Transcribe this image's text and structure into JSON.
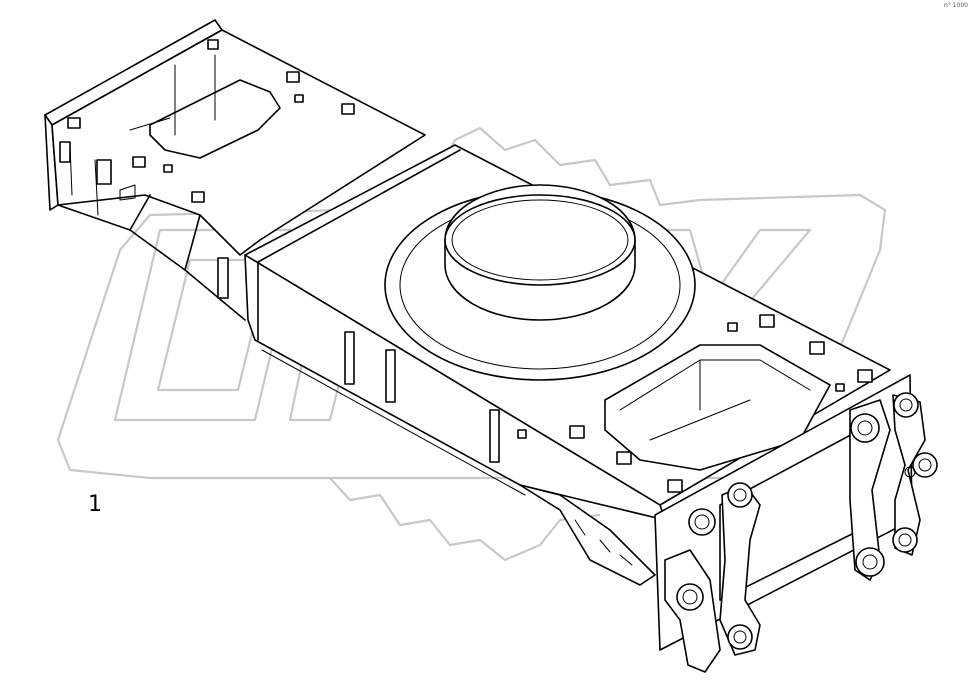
{
  "diagram": {
    "part_number_label": "1",
    "corner_mark": "n° 1000",
    "watermark_text": "OPEX",
    "watermark_icon": "gear-watermark-icon",
    "colors": {
      "line": "#000000",
      "watermark": "#c8c8c8",
      "background": "#ffffff"
    }
  }
}
